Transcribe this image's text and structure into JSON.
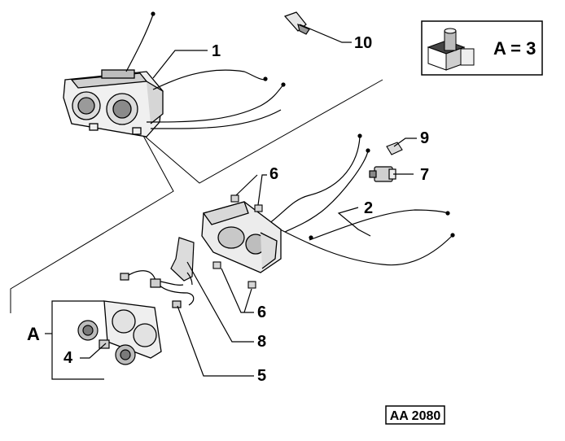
{
  "callouts": {
    "c1": "1",
    "c2": "2",
    "c4": "4",
    "c5": "5",
    "c6a": "6",
    "c6b": "6",
    "c7": "7",
    "c8": "8",
    "c9": "9",
    "c10": "10"
  },
  "group_label": "A",
  "kit_box": {
    "label": "A = 3"
  },
  "reference_code": "AA 2080",
  "colors": {
    "line": "#000000",
    "background": "#ffffff",
    "part_fill": "#e8e8e8"
  },
  "icons": [
    "climate-control-panel-icon",
    "air-duct-housing-icon",
    "control-knob-icon",
    "cable-icon",
    "switch-icon",
    "bulb-icon",
    "kit-package-icon"
  ]
}
